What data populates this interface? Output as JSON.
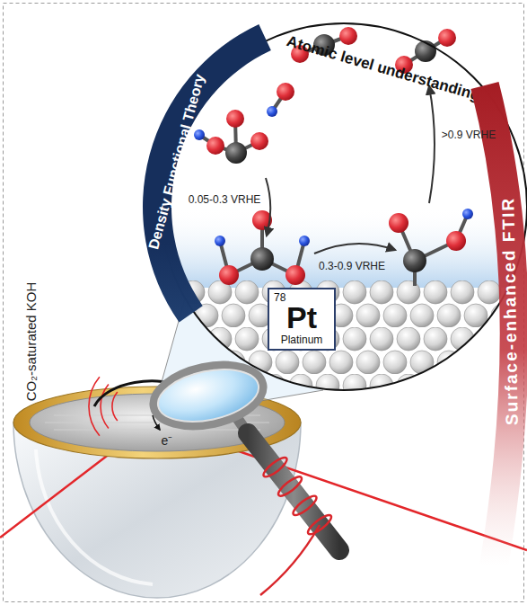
{
  "diagram": {
    "nodes": [
      {
        "text": [
          "Atomic level understanding"
        ]
      },
      {
        "text": [
          "78",
          "Pt",
          "Platinum"
        ],
        "in": 0
      },
      {
        "text": [
          "Density Functional Theory"
        ]
      },
      {
        "text": [
          "Surface-enhanced FTIR"
        ]
      }
    ],
    "labels": [
      ">0.9 VRHE",
      "0.05-0.3 VRHE",
      "0.3-0.9 VRHE",
      "CO₂-saturated KOH",
      "e⁻"
    ]
  }
}
